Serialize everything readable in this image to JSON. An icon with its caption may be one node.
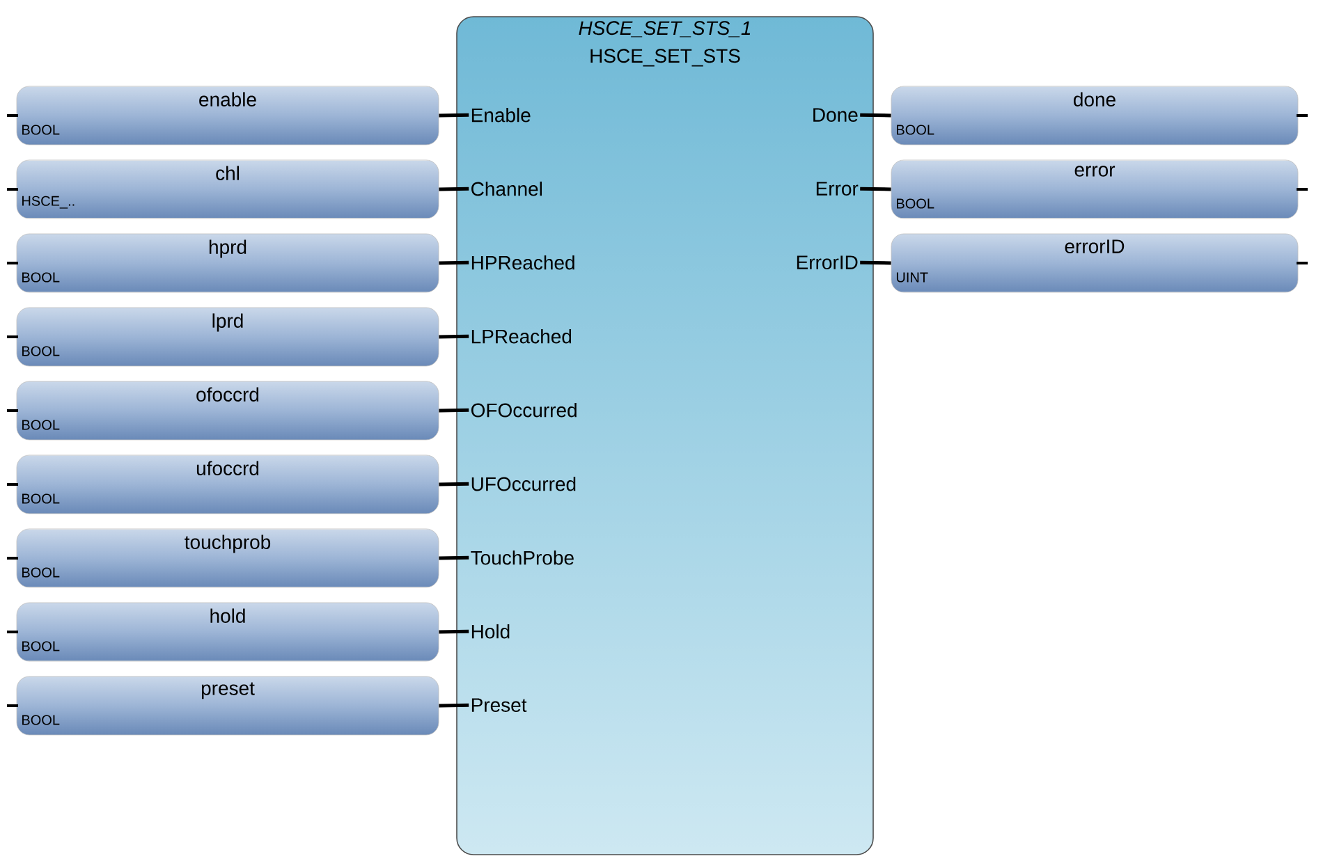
{
  "diagram": {
    "nodes": [
      {
        "text": [
          "HSCE_SET_STS_1",
          "HSCE_SET_STS"
        ]
      },
      {
        "text": [
          "Enable"
        ],
        "in": 0
      },
      {
        "text": [
          "Channel"
        ],
        "in": 0
      },
      {
        "text": [
          "HPReached"
        ],
        "in": 0
      },
      {
        "text": [
          "LPReached"
        ],
        "in": 0
      },
      {
        "text": [
          "OFOccurred"
        ],
        "in": 0
      },
      {
        "text": [
          "UFOccurred"
        ],
        "in": 0
      },
      {
        "text": [
          "TouchProbe"
        ],
        "in": 0
      },
      {
        "text": [
          "Hold"
        ],
        "in": 0
      },
      {
        "text": [
          "Preset"
        ],
        "in": 0
      },
      {
        "text": [
          "Done"
        ],
        "in": 0
      },
      {
        "text": [
          "Error"
        ],
        "in": 0
      },
      {
        "text": [
          "ErrorID"
        ],
        "in": 0
      },
      {
        "text": [
          "enable",
          "BOOL"
        ]
      },
      {
        "text": [
          "chl",
          "HSCE_.."
        ]
      },
      {
        "text": [
          "hprd",
          "BOOL"
        ]
      },
      {
        "text": [
          "lprd",
          "BOOL"
        ]
      },
      {
        "text": [
          "ofoccrd",
          "BOOL"
        ]
      },
      {
        "text": [
          "ufoccrd",
          "BOOL"
        ]
      },
      {
        "text": [
          "touchprob",
          "BOOL"
        ]
      },
      {
        "text": [
          "hold",
          "BOOL"
        ]
      },
      {
        "text": [
          "preset",
          "BOOL"
        ]
      },
      {
        "text": [
          "done",
          "BOOL"
        ]
      },
      {
        "text": [
          "error",
          "BOOL"
        ]
      },
      {
        "text": [
          "errorID",
          "UINT"
        ]
      }
    ],
    "edges": [
      {
        "from": 13,
        "to": 1,
        "arrow": "none"
      },
      {
        "from": 14,
        "to": 2,
        "arrow": "none"
      },
      {
        "from": 15,
        "to": 3,
        "arrow": "none"
      },
      {
        "from": 16,
        "to": 4,
        "arrow": "none"
      },
      {
        "from": 17,
        "to": 5,
        "arrow": "none"
      },
      {
        "from": 18,
        "to": 6,
        "arrow": "none"
      },
      {
        "from": 19,
        "to": 7,
        "arrow": "none"
      },
      {
        "from": 20,
        "to": 8,
        "arrow": "none"
      },
      {
        "from": 21,
        "to": 9,
        "arrow": "none"
      },
      {
        "from": 10,
        "to": 22,
        "arrow": "none"
      },
      {
        "from": 11,
        "to": 23,
        "arrow": "none"
      },
      {
        "from": 12,
        "to": 24,
        "arrow": "none"
      }
    ]
  }
}
